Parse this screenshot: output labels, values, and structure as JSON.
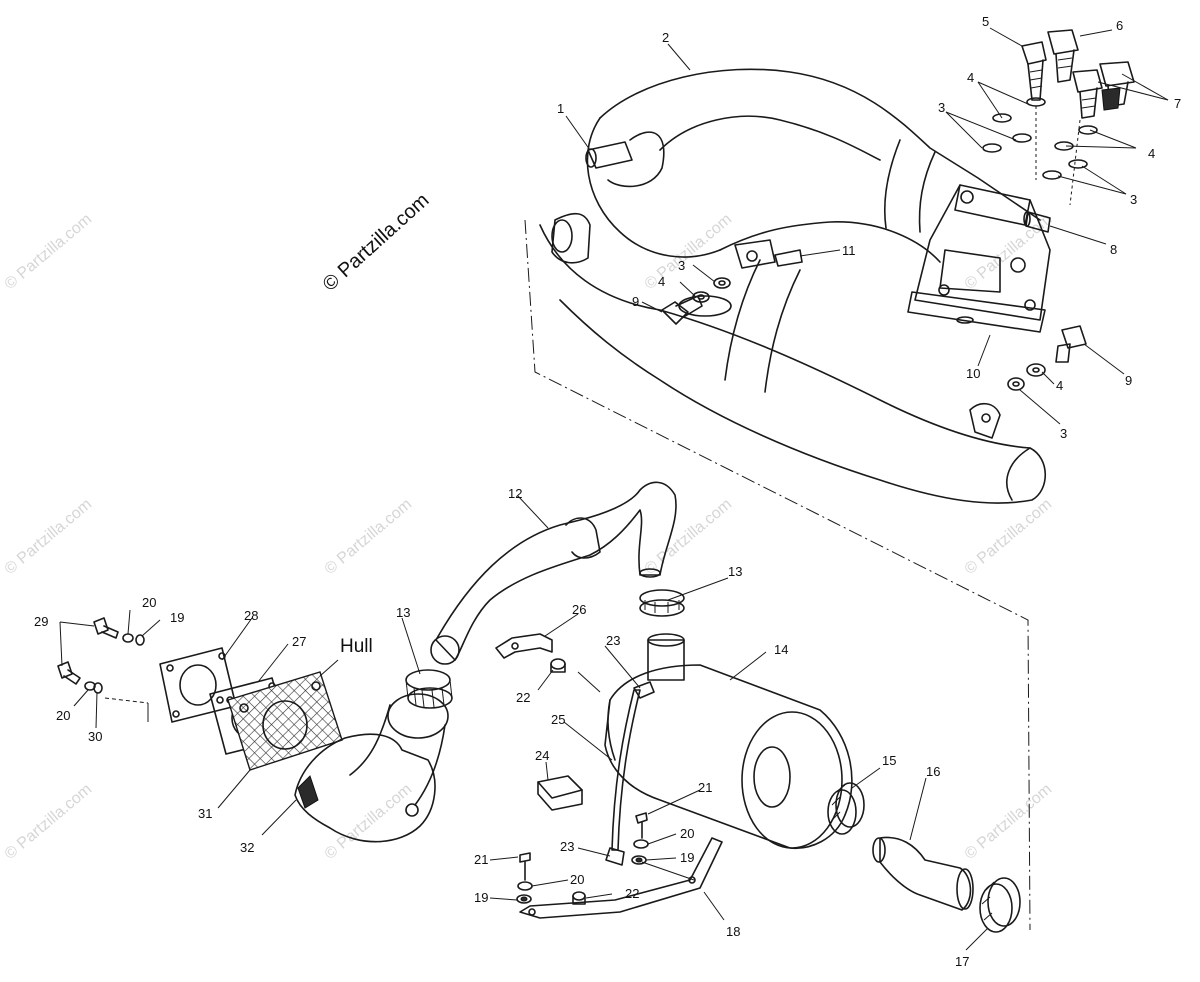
{
  "copyright": "© Partzilla.com",
  "watermark": "© Partzilla.com",
  "hull_label": "Hull",
  "callouts": [
    "1",
    "2",
    "3",
    "4",
    "5",
    "6",
    "7",
    "8",
    "9",
    "10",
    "11",
    "12",
    "13",
    "14",
    "15",
    "16",
    "17",
    "18",
    "19",
    "20",
    "21",
    "22",
    "23",
    "24",
    "25",
    "26",
    "27",
    "28",
    "29",
    "30",
    "31",
    "32"
  ]
}
